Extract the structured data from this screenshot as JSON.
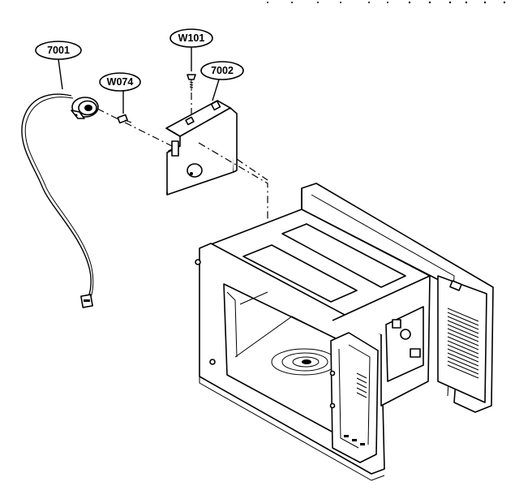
{
  "callouts": [
    {
      "id": "7001",
      "label": "7001"
    },
    {
      "id": "W074",
      "label": "W074"
    },
    {
      "id": "W101",
      "label": "W101"
    },
    {
      "id": "7002",
      "label": "7002"
    }
  ],
  "colors": {
    "line": "#000000",
    "background": "#ffffff"
  }
}
